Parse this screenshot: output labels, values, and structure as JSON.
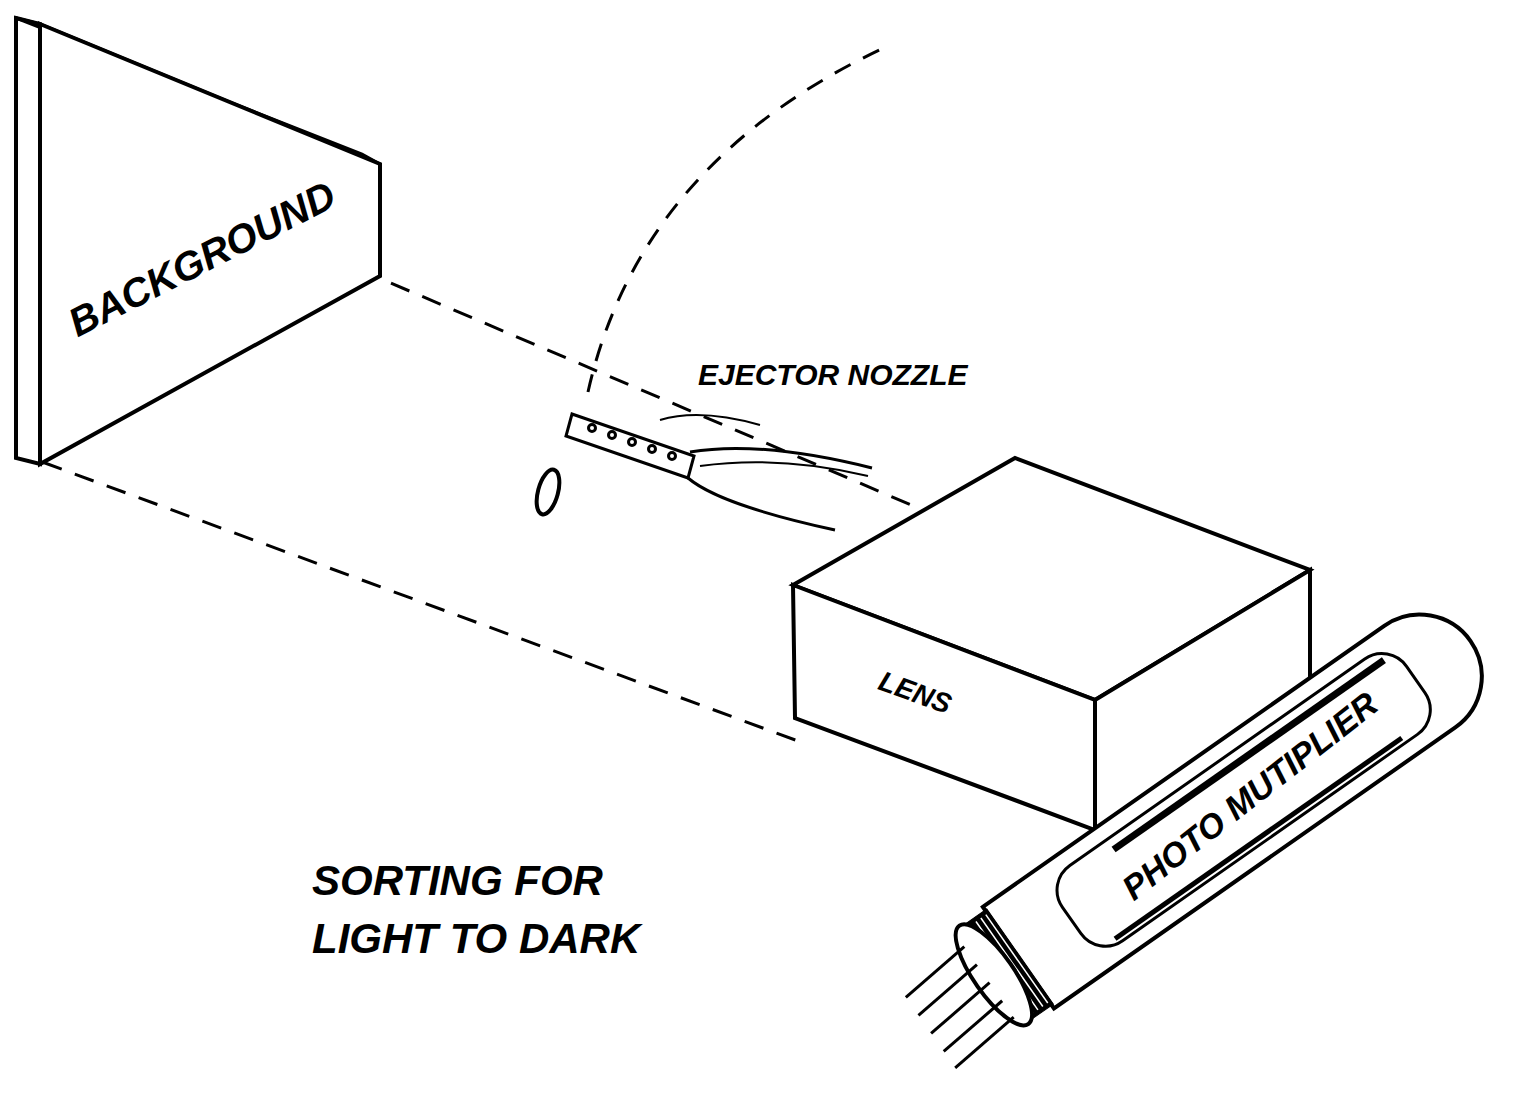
{
  "diagram": {
    "caption": "SORTING FOR LIGHT TO DARK",
    "nodes": [
      {
        "text": [
          "BACKGROUND"
        ]
      },
      {
        "text": [
          "LENS"
        ]
      },
      {
        "text": [
          "PHOTO MUTIPLIER"
        ]
      }
    ],
    "edges": [
      {
        "from": 1,
        "to": 0,
        "arrow": "none"
      },
      {
        "from": 1,
        "to": 0,
        "arrow": "none"
      }
    ],
    "labels": [
      "EJECTOR NOZZLE"
    ]
  }
}
